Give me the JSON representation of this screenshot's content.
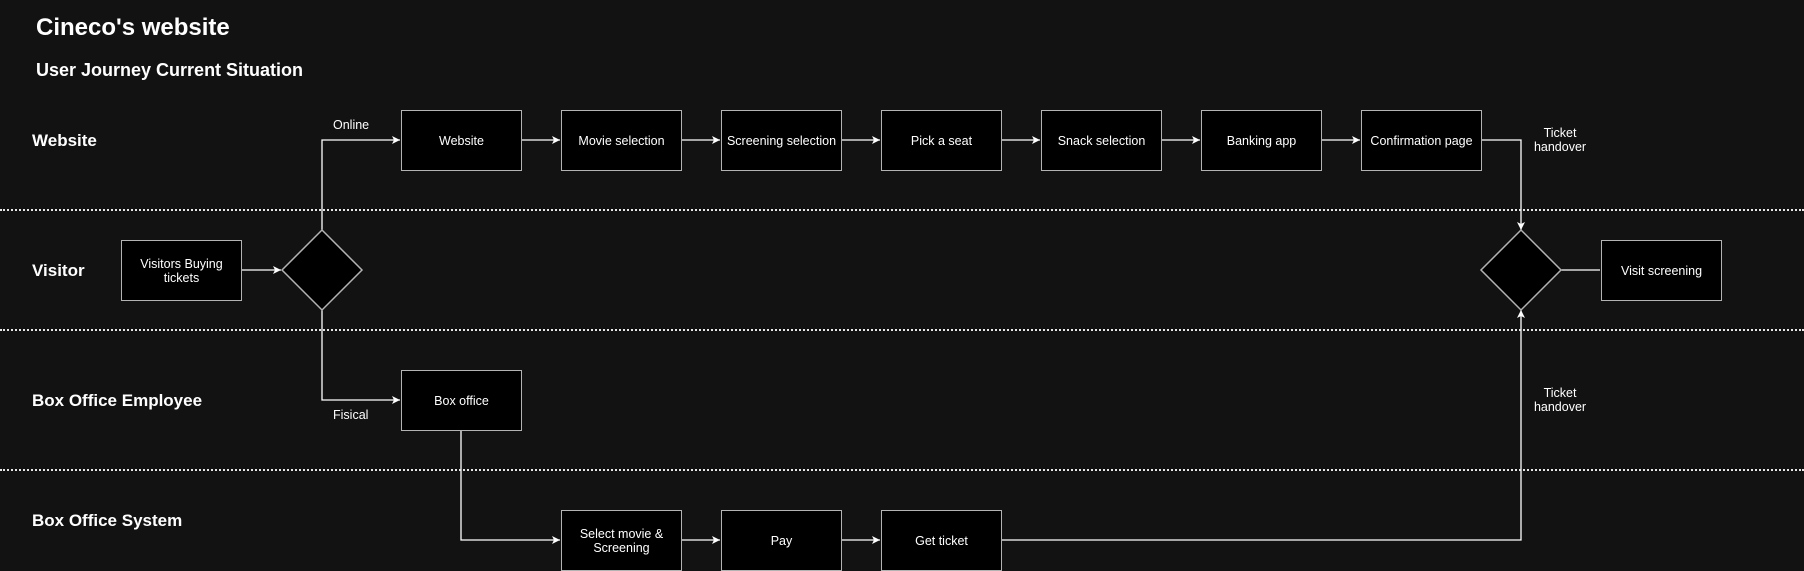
{
  "title": "Cineco's website",
  "subtitle": "User Journey Current Situation",
  "lanes": {
    "website": "Website",
    "visitor": "Visitor",
    "box_office_employee": "Box Office Employee",
    "box_office_system": "Box Office System"
  },
  "nodes": {
    "visitors_buying": "Visitors Buying tickets",
    "website": "Website",
    "movie_selection": "Movie selection",
    "screening_selection": "Screening selection",
    "pick_seat": "Pick a seat",
    "snack_selection": "Snack selection",
    "banking_app": "Banking app",
    "confirmation_page": "Confirmation page",
    "visit_screening": "Visit screening",
    "box_office": "Box office",
    "select_movie": "Select movie & Screening",
    "pay": "Pay",
    "get_ticket": "Get ticket"
  },
  "edge_labels": {
    "online": "Online",
    "fisical": "Fisical",
    "ticket_handover_top": "Ticket handover",
    "ticket_handover_bottom": "Ticket handover"
  },
  "colors": {
    "background": "#121212",
    "node_fill": "#000000",
    "stroke": "#b3b3b3",
    "text": "#ffffff"
  }
}
